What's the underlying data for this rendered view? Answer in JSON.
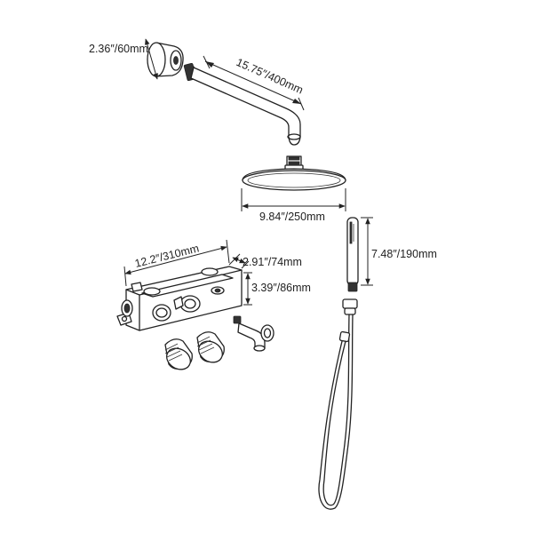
{
  "dimensions": {
    "wall_flange": "2.36″/60mm",
    "shower_arm": "15.75″/400mm",
    "shower_head": "9.84″/250mm",
    "hand_shower": "7.48″/190mm",
    "valve_length": "12.2″/310mm",
    "valve_depth": "2.91″/74mm",
    "valve_height": "3.39″/86mm"
  }
}
